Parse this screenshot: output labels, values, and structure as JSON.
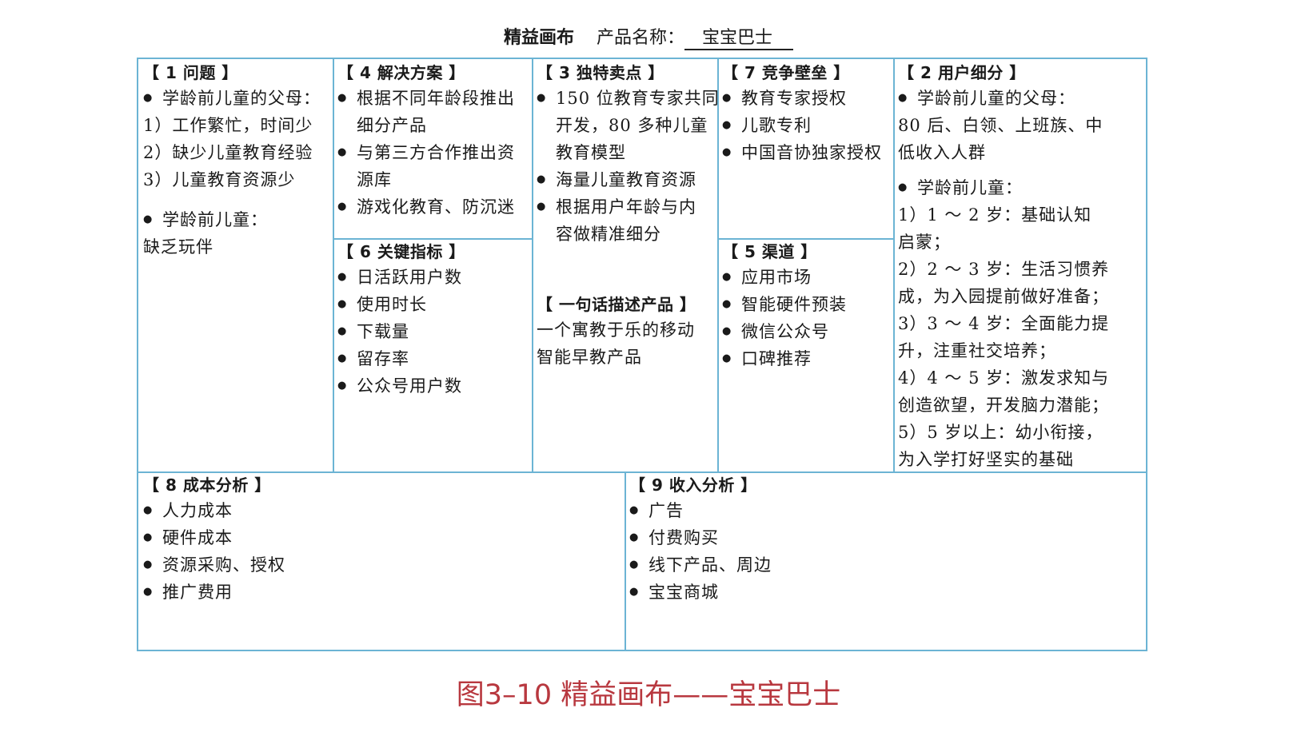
{
  "header": {
    "title": "精益画布",
    "product_label": "产品名称：",
    "product_name": "宝宝巴士"
  },
  "cells": {
    "problem": {
      "title": "【 1 问题 】",
      "lines": [
        "学龄前儿童的父母：",
        "1）工作繁忙，时间少",
        "2）缺少儿童教育经验",
        "3）儿童教育资源少",
        "学龄前儿童：",
        "缺乏玩伴"
      ]
    },
    "solution": {
      "title": "【 4 解决方案 】",
      "lines": [
        "根据不同年龄段推出",
        "细分产品",
        "与第三方合作推出资",
        "源库",
        "游戏化教育、防沉迷"
      ]
    },
    "key_metrics": {
      "title": "【 6 关键指标 】",
      "lines": [
        "日活跃用户数",
        "使用时长",
        "下载量",
        "留存率",
        "公众号用户数"
      ]
    },
    "uvp": {
      "title": "【 3 独特卖点 】",
      "lines": [
        "150 位教育专家共同",
        "开发，80 多种儿童",
        "教育模型",
        "海量儿童教育资源",
        "根据用户年龄与内",
        "容做精准细分"
      ]
    },
    "one_liner": {
      "title": "【 一句话描述产品 】",
      "lines": [
        "一个寓教于乐的移动",
        "智能早教产品"
      ]
    },
    "unfair_advantage": {
      "title": "【 7 竞争壁垒 】",
      "lines": [
        "教育专家授权",
        "儿歌专利",
        "中国音协独家授权"
      ]
    },
    "channels": {
      "title": "【 5 渠道 】",
      "lines": [
        "应用市场",
        "智能硬件预装",
        "微信公众号",
        "口碑推荐"
      ]
    },
    "segments": {
      "title": "【 2 用户细分 】",
      "lines": [
        "学龄前儿童的父母：",
        "80 后、白领、上班族、中",
        "低收入人群",
        "学龄前儿童：",
        "1）1 ～ 2 岁：基础认知",
        "启蒙；",
        "2）2 ～ 3 岁：生活习惯养",
        "成，为入园提前做好准备；",
        "3）3 ～ 4 岁：全面能力提",
        "升，注重社交培养；",
        "4）4 ～ 5 岁：激发求知与",
        "创造欲望，开发脑力潜能；",
        "5）5 岁以上：幼小衔接，",
        "为入学打好坚实的基础"
      ]
    },
    "cost": {
      "title": "【 8 成本分析 】",
      "lines": [
        "人力成本",
        "硬件成本",
        "资源采购、授权",
        "推广费用"
      ]
    },
    "revenue": {
      "title": "【 9 收入分析 】",
      "lines": [
        "广告",
        "付费购买",
        "线下产品、周边",
        "宝宝商城"
      ]
    }
  },
  "caption": "图3–10  精益画布——宝宝巴士",
  "colors": {
    "border": "#6cb4d4",
    "caption": "#b8383f",
    "text": "#1a1a1a"
  }
}
